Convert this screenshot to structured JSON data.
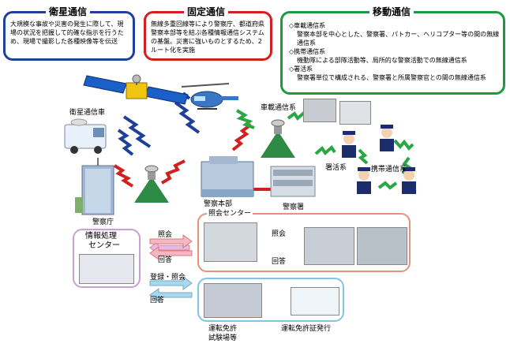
{
  "satellite_box": {
    "title": "衛星通信",
    "text": "大規模な事故や災害の発生に際して、現場の状況を把握して的確な指示を行うため、現場で撮影した各種映像等を伝送"
  },
  "fixed_box": {
    "title": "固定通信",
    "text": "無線多重回線等により警察庁、都道府県警察本部等を結ぶ各種情報通信システムの基盤。災害に強いものとするため、2ルート化を実施"
  },
  "mobile_box": {
    "title": "移動通信",
    "items": [
      {
        "heading": "◇車載通信系",
        "desc": "警察本部を中心とした、警察署、パトカー、ヘリコプター等の間の無線通信系"
      },
      {
        "heading": "◇携帯通信系",
        "desc": "機動隊による部隊活動等、局所的な警察活動での無線通信系"
      },
      {
        "heading": "◇署活系",
        "desc": "警察署単位で構成される、警察署と所属警察官との間の無線通信系"
      }
    ]
  },
  "labels": {
    "sat_vehicle": "衛星通信車",
    "npa": "警察庁",
    "hq_line1": "警察本部",
    "hq_line2": "照会センター",
    "station": "警察署",
    "vehicle_system": "車載通信系",
    "station_system": "署活系",
    "portable_system": "携帯通信系",
    "info_center_line1": "情報処理",
    "info_center_line2": "センター",
    "inquiry_left": "照会",
    "answer_left": "回答",
    "inquiry_right": "照会",
    "answer_right": "回答",
    "register_inquiry": "登録・照会",
    "answer_bottom": "回答",
    "license_center_line1": "運転免許",
    "license_center_line2": "試験場等",
    "license_issue": "運転免許証発行"
  },
  "colors": {
    "blue_box": "#1f3f99",
    "red_box": "#d21f1f",
    "green_box": "#1b9b3c",
    "pink_box": "#e8917a",
    "purple_box": "#c9a0d6",
    "lightblue_box": "#7ec6e4",
    "zigzag_blue": "#1f3f99",
    "zigzag_red": "#d21f1f",
    "zigzag_green": "#2aa744"
  }
}
